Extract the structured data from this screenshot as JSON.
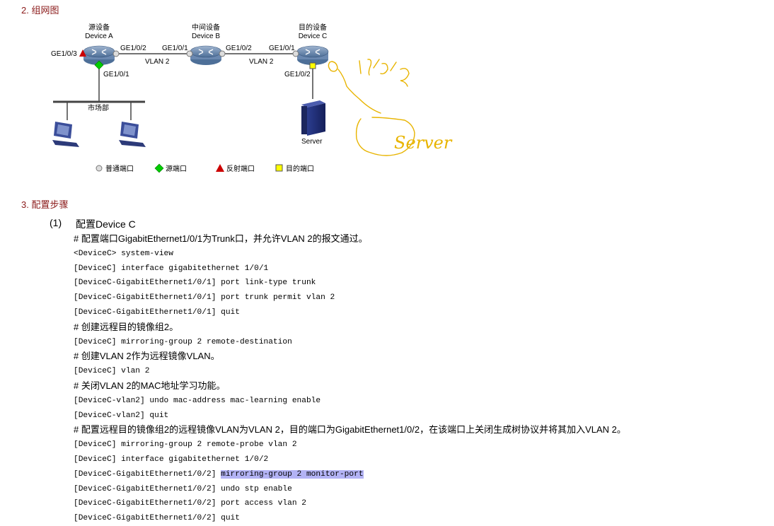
{
  "section2": {
    "heading": "2. 组网图"
  },
  "diagram": {
    "device_a": {
      "role": "源设备",
      "name": "Device A"
    },
    "device_b": {
      "role": "中间设备",
      "name": "Device B"
    },
    "device_c": {
      "role": "目的设备",
      "name": "Device C"
    },
    "ports": {
      "a_ge3": "GE1/0/3",
      "a_ge2": "GE1/0/2",
      "a_ge1": "GE1/0/1",
      "b_ge1": "GE1/0/1",
      "b_ge2": "GE1/0/2",
      "c_ge1": "GE1/0/1",
      "c_ge2": "GE1/0/2"
    },
    "vlan_left": "VLAN 2",
    "vlan_right": "VLAN 2",
    "market_label": "市场部",
    "server_label": "Server",
    "legend": {
      "normal": "普通端口",
      "source": "源端口",
      "reflect": "反射端口",
      "dest": "目的端口"
    },
    "annotation_port": "1/0/3",
    "annotation_server": "Server",
    "colors": {
      "source": "#00cc00",
      "reflect": "#cc0000",
      "dest": "#ffff00",
      "annotation": "#e8b400",
      "heading": "#8b1a1a",
      "highlight": "#b3b3f5"
    }
  },
  "section3": {
    "heading": "3. 配置步骤",
    "step_number": "(1)",
    "step_title": "配置Device C",
    "lines": [
      {
        "type": "comment",
        "text": "# 配置端口GigabitEthernet1/0/1为Trunk口，并允许VLAN 2的报文通过。"
      },
      {
        "type": "code",
        "text": "<DeviceC> system-view"
      },
      {
        "type": "code",
        "text": "[DeviceC] interface gigabitethernet 1/0/1"
      },
      {
        "type": "code",
        "text": "[DeviceC-GigabitEthernet1/0/1] port link-type trunk"
      },
      {
        "type": "code",
        "text": "[DeviceC-GigabitEthernet1/0/1] port trunk permit vlan 2"
      },
      {
        "type": "code",
        "text": "[DeviceC-GigabitEthernet1/0/1] quit"
      },
      {
        "type": "comment",
        "text": "# 创建远程目的镜像组2。"
      },
      {
        "type": "code",
        "text": "[DeviceC] mirroring-group 2 remote-destination"
      },
      {
        "type": "comment",
        "text": "# 创建VLAN 2作为远程镜像VLAN。"
      },
      {
        "type": "code",
        "text": "[DeviceC] vlan 2"
      },
      {
        "type": "comment",
        "text": "# 关闭VLAN 2的MAC地址学习功能。"
      },
      {
        "type": "code",
        "text": "[DeviceC-vlan2] undo mac-address mac-learning enable"
      },
      {
        "type": "code",
        "text": "[DeviceC-vlan2] quit"
      },
      {
        "type": "comment",
        "text": "# 配置远程目的镜像组2的远程镜像VLAN为VLAN 2，目的端口为GigabitEthernet1/0/2，在该端口上关闭生成树协议并将其加入VLAN 2。"
      },
      {
        "type": "code",
        "text": "[DeviceC] mirroring-group 2 remote-probe vlan 2"
      },
      {
        "type": "code",
        "text": "[DeviceC] interface gigabitethernet 1/0/2"
      },
      {
        "type": "code",
        "text": "[DeviceC-GigabitEthernet1/0/2] ",
        "highlight": "mirroring-group 2 monitor-port"
      },
      {
        "type": "code",
        "text": "[DeviceC-GigabitEthernet1/0/2] undo stp enable"
      },
      {
        "type": "code",
        "text": "[DeviceC-GigabitEthernet1/0/2] port access vlan 2"
      },
      {
        "type": "code",
        "text": "[DeviceC-GigabitEthernet1/0/2] quit"
      }
    ]
  }
}
